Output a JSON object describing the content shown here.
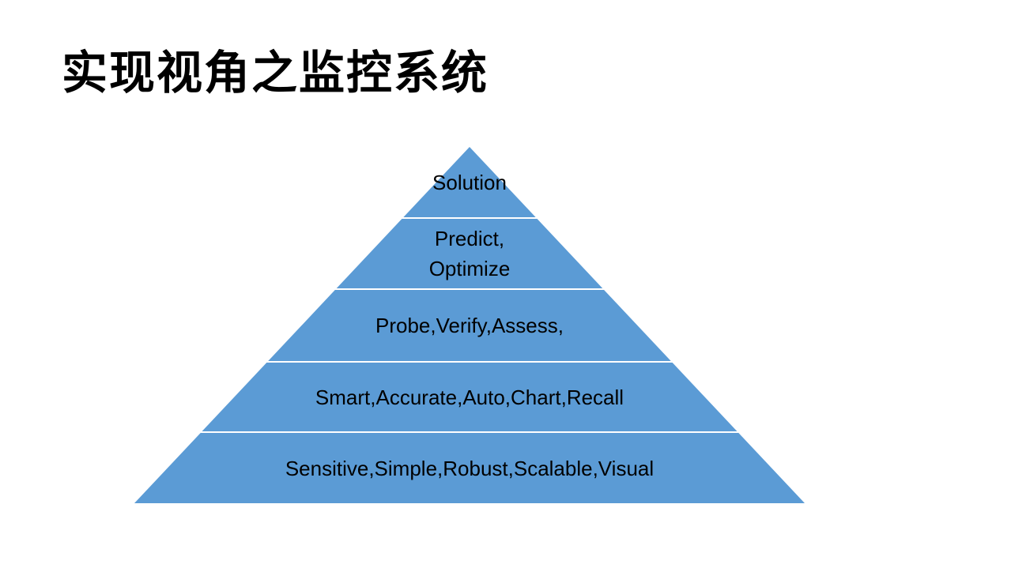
{
  "slide": {
    "title": "实现视角之监控系统",
    "background_color": "#FFFFFF",
    "text_color": "#000000",
    "pyramid": {
      "type": "pyramid-diagram",
      "fill_color": "#5B9BD5",
      "divider_color": "#FFFFFF",
      "levels": [
        {
          "label": "Solution"
        },
        {
          "label": "Predict,\nOptimize"
        },
        {
          "label": "Probe,Verify,Assess,"
        },
        {
          "label": "Smart,Accurate,Auto,Chart,Recall"
        },
        {
          "label": "Sensitive,Simple,Robust,Scalable,Visual"
        }
      ]
    }
  }
}
